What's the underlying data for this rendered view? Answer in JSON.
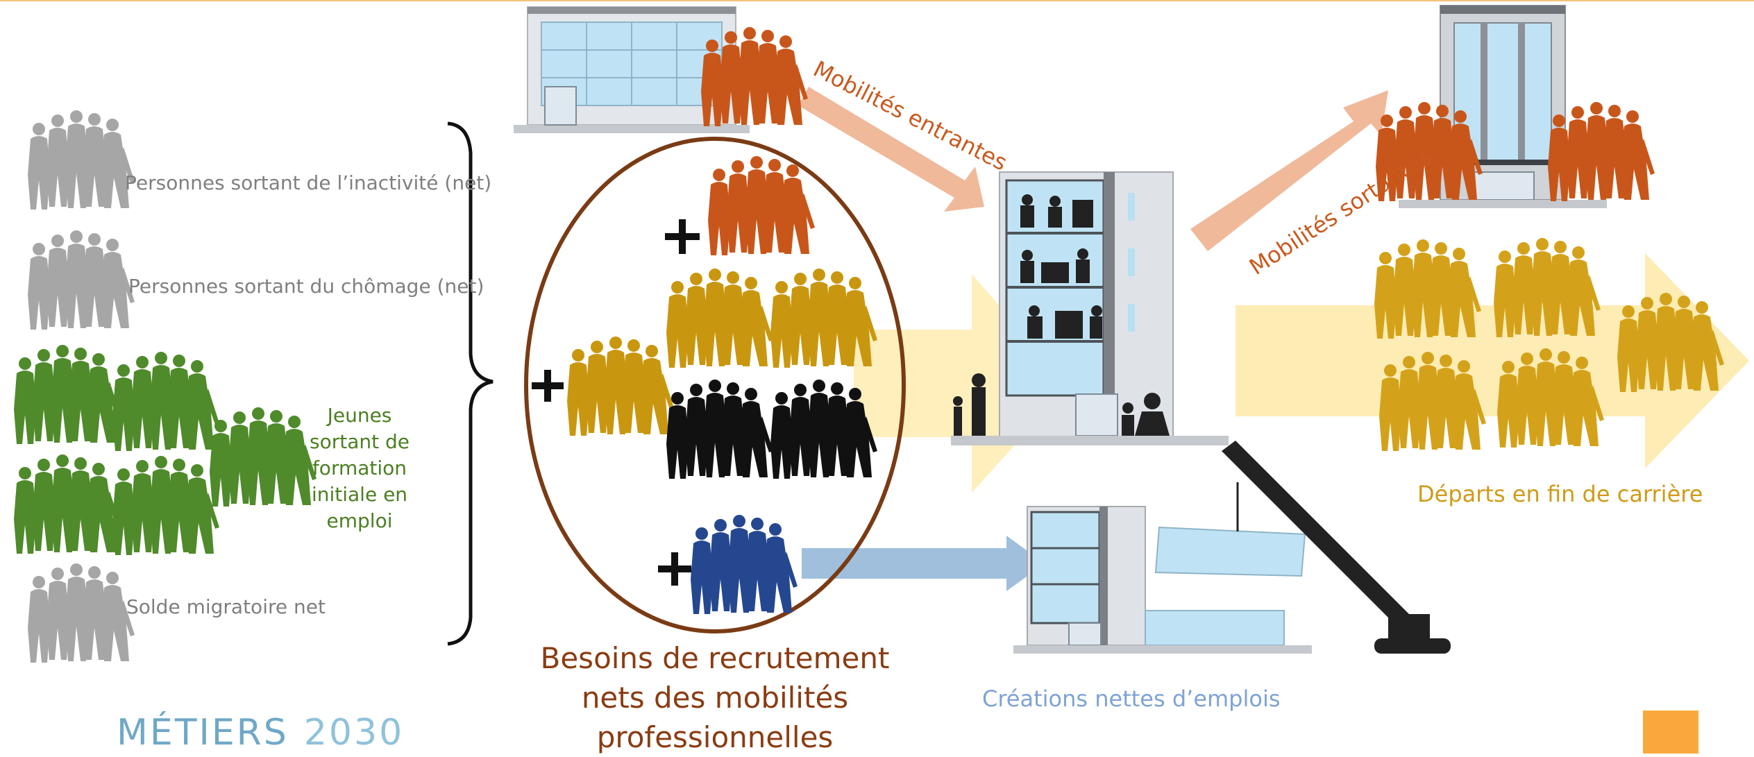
{
  "sources": {
    "inactivite": "Personnes sortant de l’inactivité (net)",
    "chomage": "Personnes sortant du chômage (net)",
    "jeunes": "Jeunes sortant de formation initiale en emploi",
    "migratoire": "Solde migratoire net"
  },
  "flows": {
    "entrantes": "Mobilités entrantes",
    "sortantes": "Mobilités sortantes"
  },
  "besoins": "Besoins de recrutement nets des mobilités professionnelles",
  "creations": "Créations nettes d’emplois",
  "departs": "Départs en fin de carrière",
  "logo": {
    "brand": "MÉTIERS",
    "year": "2030"
  },
  "colors": {
    "grey_people": "#a6a6a6",
    "green_people": "#4f8a2b",
    "orange_people": "#c8561a",
    "gold_people": "#c9970f",
    "black_people": "#111111",
    "blue_people": "#24478f",
    "ellipse": "#7a3b14",
    "retire_arrow": "#fde9a6",
    "create_arrow": "#9fbfdd",
    "mobility_arrow": "#f0b99a"
  }
}
